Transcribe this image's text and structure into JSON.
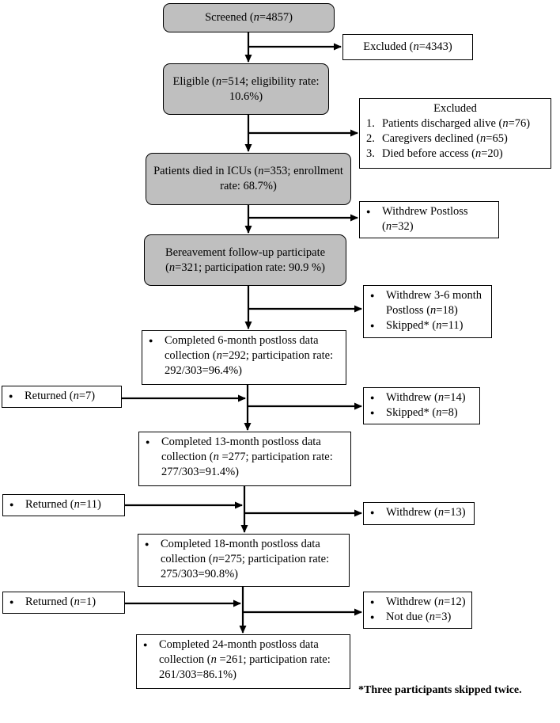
{
  "screened": {
    "label": "Screened (n=4857)"
  },
  "excluded1": {
    "label": "Excluded (n=4343)"
  },
  "eligible": {
    "label": "Eligible (n=514; eligibility rate: 10.6%)"
  },
  "excluded2": {
    "title": "Excluded",
    "items": [
      {
        "num": "1.",
        "text": "Patients discharged alive (n=76)"
      },
      {
        "num": "2.",
        "text": "Caregivers declined (n=65)"
      },
      {
        "num": "3.",
        "text": "Died before access (n=20)"
      }
    ]
  },
  "died": {
    "label": "Patients died in ICUs (n=353; enrollment rate: 68.7%)"
  },
  "withdrew_postloss": {
    "items": [
      "Withdrew Postloss (n=32)"
    ]
  },
  "bereavement": {
    "label": "Bereavement follow-up participate (n=321; participation rate: 90.9 %)"
  },
  "withdrew_3_6": {
    "items": [
      "Withdrew 3-6 month Postloss (n=18)",
      "Skipped* (n=11)"
    ]
  },
  "completed_6": {
    "items": [
      "Completed 6-month postloss data collection (n=292; participation rate: 292/303=96.4%)"
    ]
  },
  "returned_1": {
    "items": [
      "Returned (n=7)"
    ]
  },
  "withdrew_13": {
    "items": [
      "Withdrew (n=14)",
      "Skipped* (n=8)"
    ]
  },
  "completed_13": {
    "items": [
      "Completed 13-month postloss data collection (n =277; participation rate: 277/303=91.4%)"
    ]
  },
  "returned_2": {
    "items": [
      "Returned (n=11)"
    ]
  },
  "withdrew_18": {
    "items": [
      "Withdrew (n=13)"
    ]
  },
  "completed_18": {
    "items": [
      "Completed 18-month postloss data collection (n=275; participation rate: 275/303=90.8%)"
    ]
  },
  "returned_3": {
    "items": [
      "Returned (n=1)"
    ]
  },
  "withdrew_24": {
    "items": [
      "Withdrew (n=12)",
      "Not due (n=3)"
    ]
  },
  "completed_24": {
    "items": [
      "Completed 24-month postloss data collection (n =261; participation rate: 261/303=86.1%)"
    ]
  },
  "footnote": "*Three participants skipped twice."
}
